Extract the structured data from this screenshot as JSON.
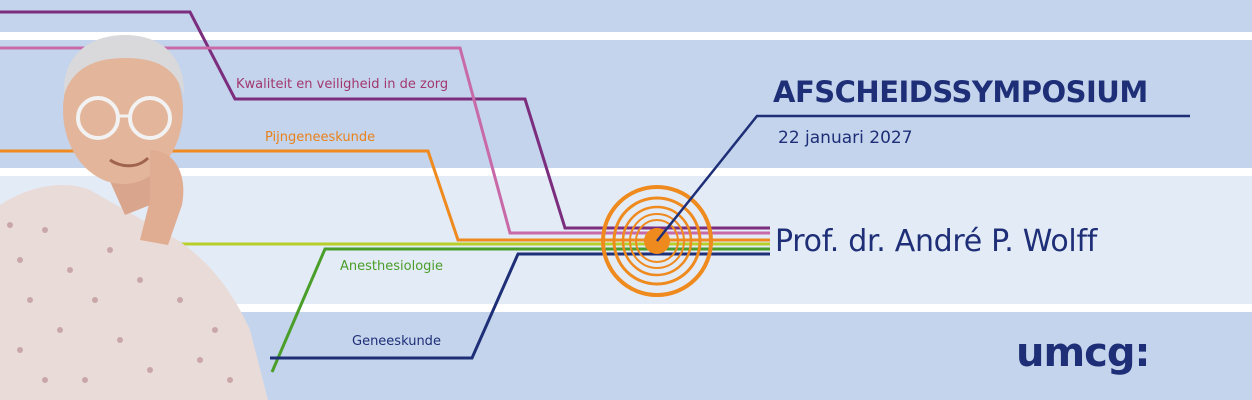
{
  "topics": {
    "kwaliteit": "Kwaliteit en veiligheid in de zorg",
    "pijngeneeskunde": "Pijngeneeskunde",
    "anesthesiologie": "Anesthesiologie",
    "geneeskunde": "Geneeskunde"
  },
  "event": {
    "title": "AFSCHEIDSSYMPOSIUM",
    "date": "22 januari 2027",
    "speaker": "Prof. dr. André P. Wolff"
  },
  "logo": {
    "text": "umcg:"
  },
  "colors": {
    "navy": "#1e2f78",
    "purple": "#7b2d7e",
    "pink": "#c86aa8",
    "orange": "#ef8a1e",
    "lime": "#b8cf2a",
    "green": "#4a9e2a",
    "band_dark": "#c4d4ec",
    "band_light": "#e3ebf6"
  },
  "photo": {
    "description_icon": "person-portrait"
  }
}
